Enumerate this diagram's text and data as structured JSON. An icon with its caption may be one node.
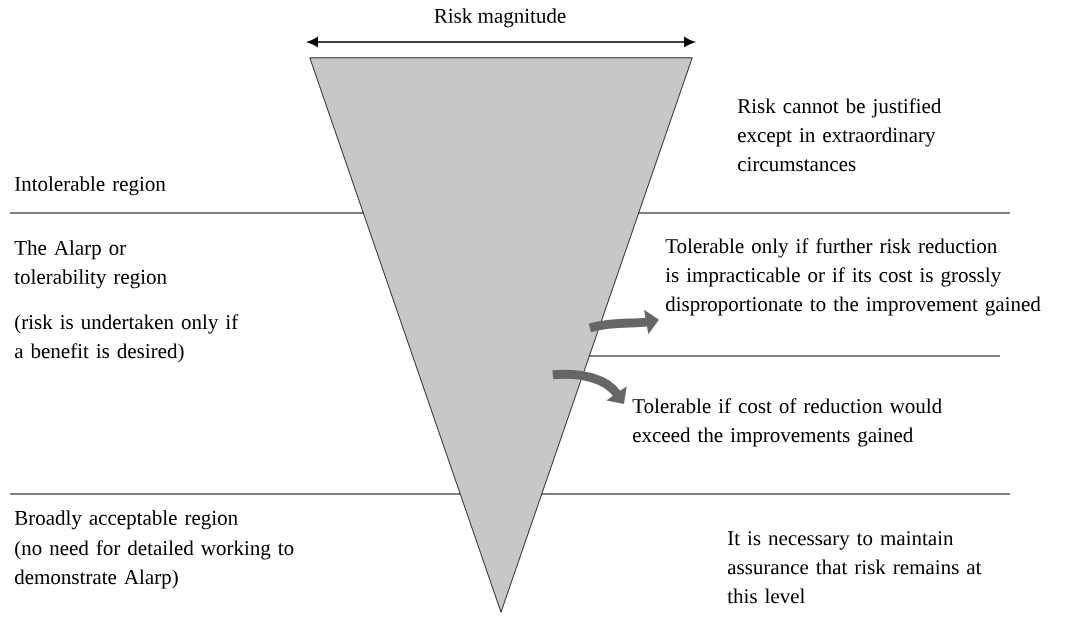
{
  "diagram": {
    "nodes": [
      {
        "text": [],
        "shape": "triangle"
      },
      {
        "text": [
          "Tolerable only if further risk reduction is impracticable or if its cost is grossly disproportionate to the improvement gained"
        ]
      },
      {
        "text": [
          "Tolerable if cost of reduction would exceed the improvements gained"
        ]
      }
    ],
    "edges": [
      {
        "from": 0,
        "to": 1,
        "arrow": "to"
      },
      {
        "from": 0,
        "to": 2,
        "arrow": "to"
      }
    ],
    "labels": [
      "Risk magnitude",
      "Risk cannot be justified except in extraordinary circumstances",
      "Intolerable region",
      "The Alarp or tolerability region",
      "(risk is undertaken only if a benefit is desired)",
      "Broadly acceptable region",
      "It is necessary to maintain assurance that risk remains at this level",
      "(no need for detailed working to demonstrate Alarp)"
    ]
  }
}
